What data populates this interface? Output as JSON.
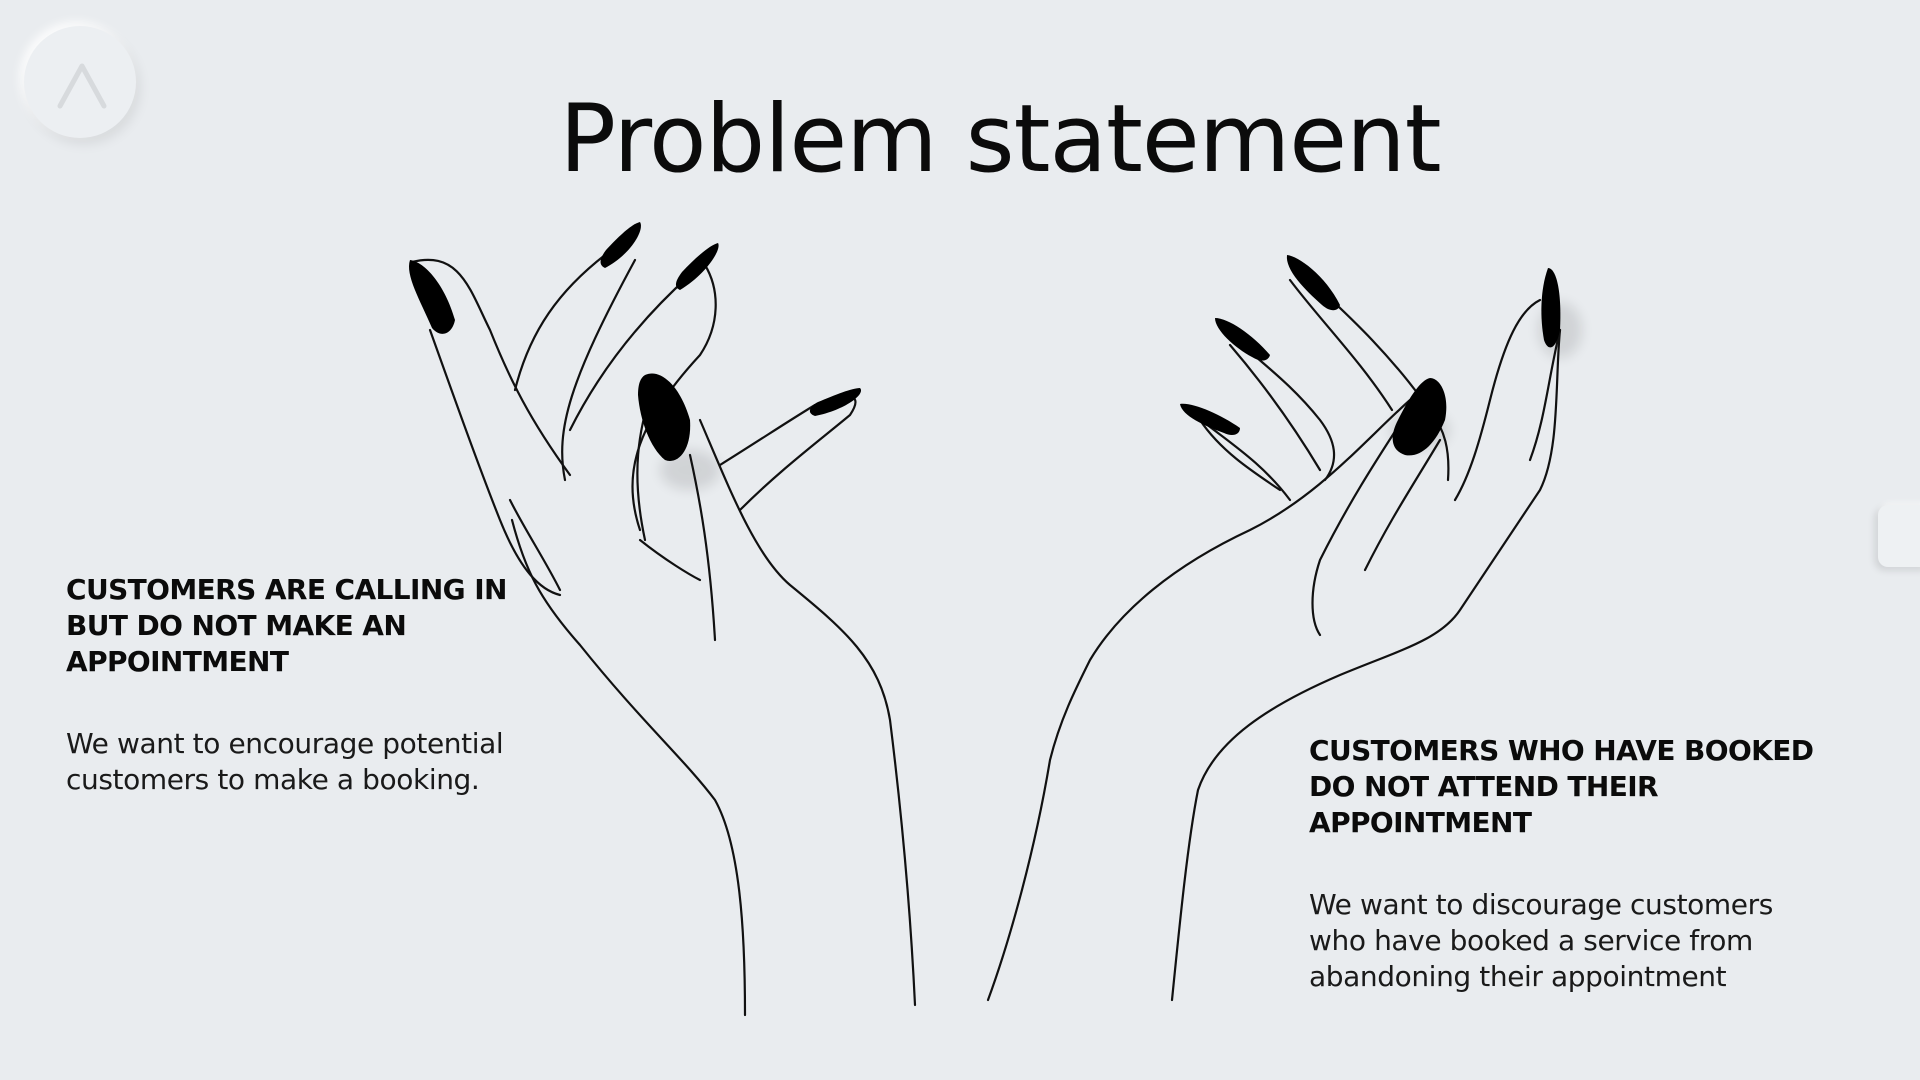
{
  "slide": {
    "title": "Problem statement",
    "left_block": {
      "heading": "CUSTOMERS ARE CALLING IN BUT DO NOT MAKE AN APPOINTMENT",
      "body": "We want to encourage potential customers to make a booking."
    },
    "right_block": {
      "heading": "CUSTOMERS WHO HAVE BOOKED DO NOT ATTEND THEIR APPOINTMENT",
      "body": "We want to discourage customers who have booked a service from abandoning their appointment"
    },
    "illustration": "two-hands-line-art",
    "logo_icon": "caret-up-icon"
  },
  "colors": {
    "background": "#e9ecef",
    "text": "#0b0b0b",
    "nails": "#000000"
  }
}
